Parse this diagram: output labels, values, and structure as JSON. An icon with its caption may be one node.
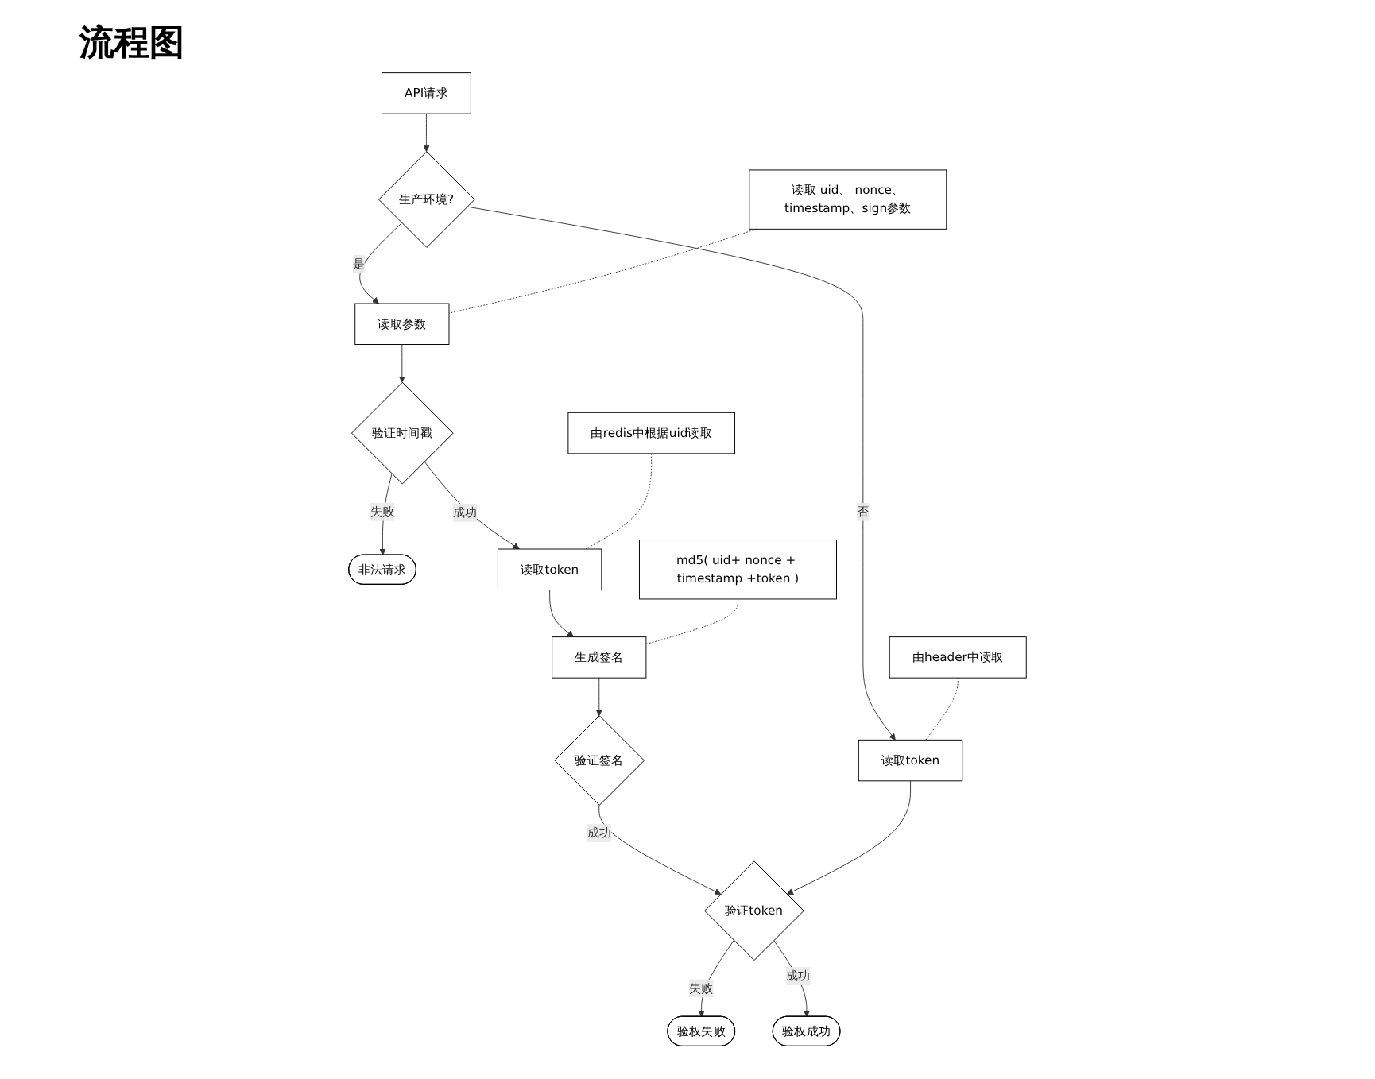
{
  "diagram": {
    "title": "流程图",
    "nodes": [
      {
        "text": [
          "API请求"
        ]
      },
      {
        "text": [
          "生产环境?"
        ]
      },
      {
        "text": [
          "读取token"
        ]
      },
      {
        "text": [
          "由header中读取"
        ]
      },
      {
        "text": [
          "读取 uid、 nonce、timestamp、sign参数"
        ]
      },
      {
        "text": [
          "读取参数"
        ]
      },
      {
        "text": [
          "验证时间戳"
        ]
      },
      {
        "text": [
          "非法请求"
        ]
      },
      {
        "text": [
          "由redis中根据uid读取"
        ]
      },
      {
        "text": [
          "读取token"
        ]
      },
      {
        "text": [
          "md5( uid+ nonce + timestamp +token )"
        ]
      },
      {
        "text": [
          "生成签名"
        ]
      },
      {
        "text": [
          "验证签名"
        ]
      },
      {
        "text": [
          "验证token"
        ]
      },
      {
        "text": [
          "验权失败"
        ]
      },
      {
        "text": [
          "验权成功"
        ]
      }
    ],
    "edges": [
      {
        "from": 0,
        "to": 1,
        "arrow": "to"
      },
      {
        "from": 1,
        "to": 2,
        "arrow": "to",
        "label": "否"
      },
      {
        "from": 1,
        "to": 5,
        "arrow": "to",
        "label": "是"
      },
      {
        "from": 3,
        "to": 2,
        "arrow": "none",
        "style": "dashed"
      },
      {
        "from": 4,
        "to": 5,
        "arrow": "none",
        "style": "dashed"
      },
      {
        "from": 5,
        "to": 6,
        "arrow": "to"
      },
      {
        "from": 6,
        "to": 7,
        "arrow": "to",
        "label": "失败"
      },
      {
        "from": 6,
        "to": 9,
        "arrow": "to",
        "label": "成功"
      },
      {
        "from": 8,
        "to": 9,
        "arrow": "none",
        "style": "dashed"
      },
      {
        "from": 9,
        "to": 11,
        "arrow": "to"
      },
      {
        "from": 10,
        "to": 11,
        "arrow": "none",
        "style": "dashed"
      },
      {
        "from": 11,
        "to": 12,
        "arrow": "to"
      },
      {
        "from": 12,
        "to": 13,
        "arrow": "to",
        "label": "成功"
      },
      {
        "from": 2,
        "to": 13,
        "arrow": "to"
      },
      {
        "from": 13,
        "to": 14,
        "arrow": "to",
        "label": "失败"
      },
      {
        "from": 13,
        "to": 15,
        "arrow": "to",
        "label": "成功"
      }
    ]
  }
}
